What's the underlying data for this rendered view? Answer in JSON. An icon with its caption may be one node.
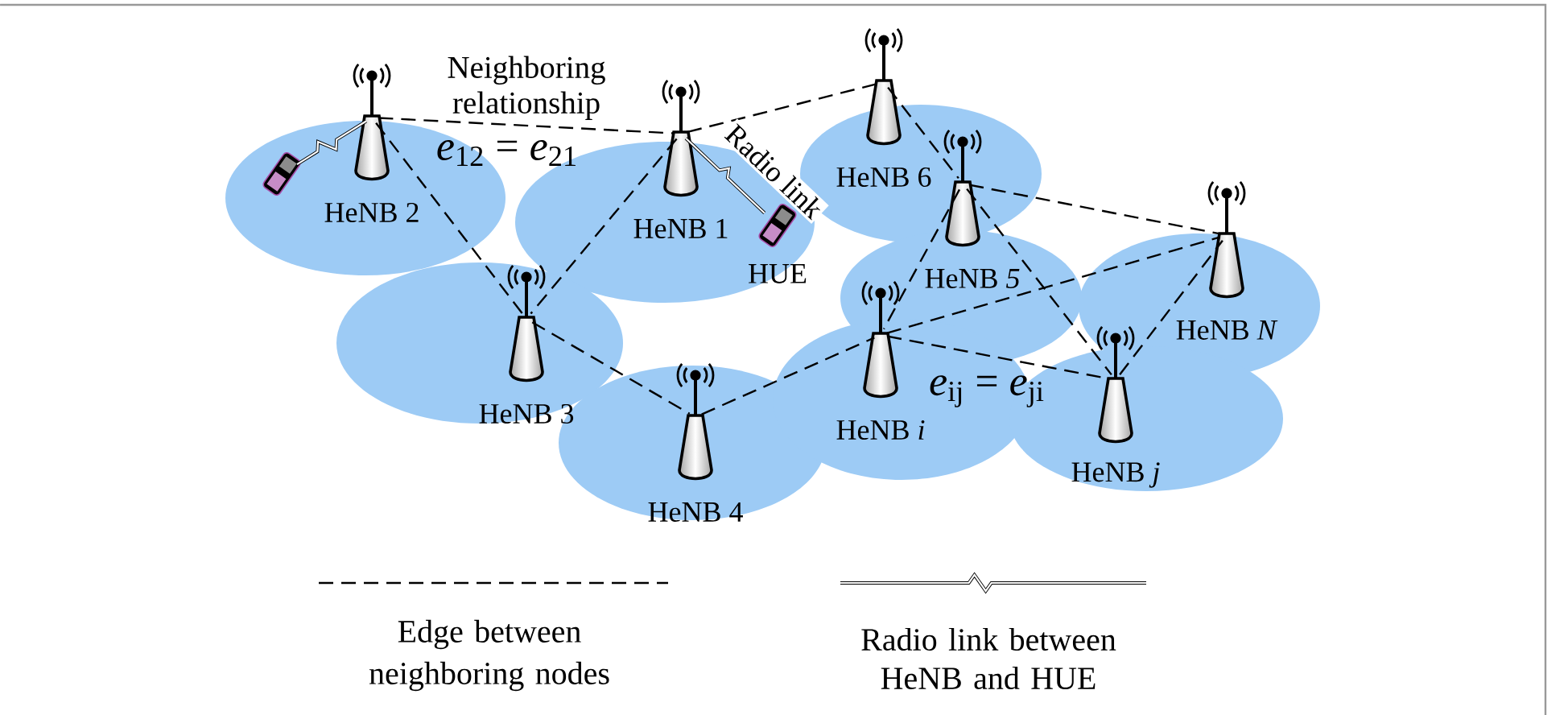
{
  "diagram": {
    "nodes": [
      {
        "text": [
          "HeNB 2"
        ]
      },
      {
        "text": [],
        "shape": "picture"
      },
      {
        "text": [
          "HeNB 1"
        ]
      },
      {
        "text": [
          "HUE"
        ]
      },
      {
        "text": [
          "HeNB 6"
        ]
      },
      {
        "text": [
          "HeNB *5*"
        ]
      },
      {
        "text": [
          "HeNB *N*"
        ]
      },
      {
        "text": [
          "HeNB 3"
        ]
      },
      {
        "text": [
          "HeNB *i*"
        ]
      },
      {
        "text": [
          "HeNB *j*"
        ]
      },
      {
        "text": [
          "HeNB 4"
        ]
      }
    ],
    "edges": [
      {
        "from": 0,
        "to": 2,
        "arrow": "none",
        "style": "dashed",
        "label": "Neighboring relationship"
      },
      {
        "from": 2,
        "to": 4,
        "arrow": "none",
        "style": "dashed"
      },
      {
        "from": 0,
        "to": 7,
        "arrow": "none",
        "style": "dashed"
      },
      {
        "from": 2,
        "to": 7,
        "arrow": "none",
        "style": "dashed"
      },
      {
        "from": 7,
        "to": 10,
        "arrow": "none",
        "style": "dashed"
      },
      {
        "from": 10,
        "to": 8,
        "arrow": "none",
        "style": "dashed"
      },
      {
        "from": 4,
        "to": 5,
        "arrow": "none",
        "style": "dashed"
      },
      {
        "from": 5,
        "to": 6,
        "arrow": "none",
        "style": "dashed"
      },
      {
        "from": 5,
        "to": 8,
        "arrow": "none",
        "style": "dashed"
      },
      {
        "from": 5,
        "to": 9,
        "arrow": "none",
        "style": "dashed"
      },
      {
        "from": 8,
        "to": 6,
        "arrow": "none",
        "style": "dashed"
      },
      {
        "from": 8,
        "to": 9,
        "arrow": "none",
        "style": "dashed"
      },
      {
        "from": 9,
        "to": 6,
        "arrow": "none",
        "style": "dashed"
      },
      {
        "from": 2,
        "to": 3,
        "arrow": "none",
        "label": "Radio link"
      },
      {
        "from": 0,
        "to": 1,
        "arrow": "none"
      }
    ],
    "labels": [
      "*e*$_{12}$ = *e*$_{21}$",
      "*e*$_{ij}$ = *e*$_{ji}$"
    ],
    "legend": [
      {
        "text": "Edge between neighboring nodes"
      },
      {
        "text": "Radio link between HeNB and HUE"
      }
    ]
  }
}
